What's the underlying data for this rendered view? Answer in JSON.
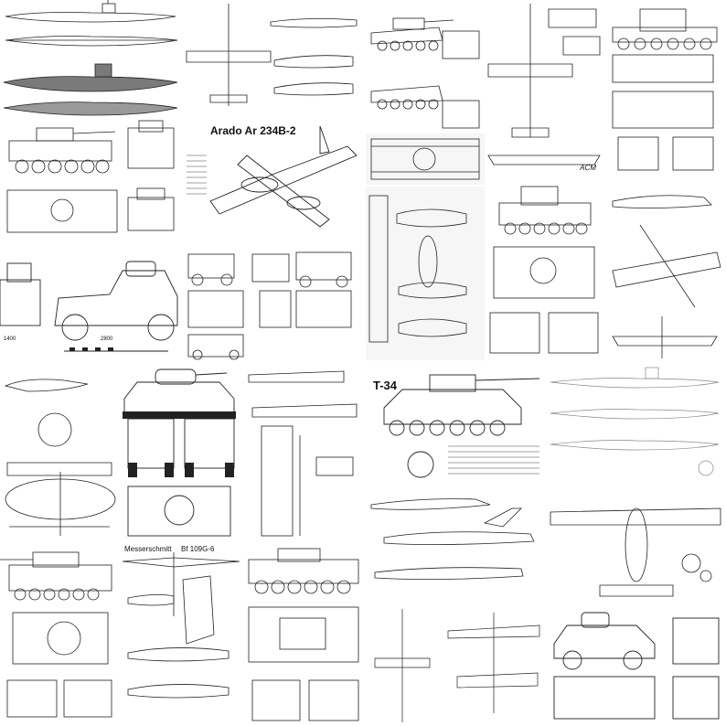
{
  "labels": {
    "arado": "Arado Ar 234B-2",
    "t34": "T-34",
    "messerschmitt": "Messerschmitt",
    "bf109": "Bf 109G-6",
    "acm": "ACM",
    "scale_a": "1400",
    "scale_b": "2800"
  },
  "colors": {
    "line": "#222222",
    "hull": "#7a7a7a",
    "background": "#ffffff"
  }
}
